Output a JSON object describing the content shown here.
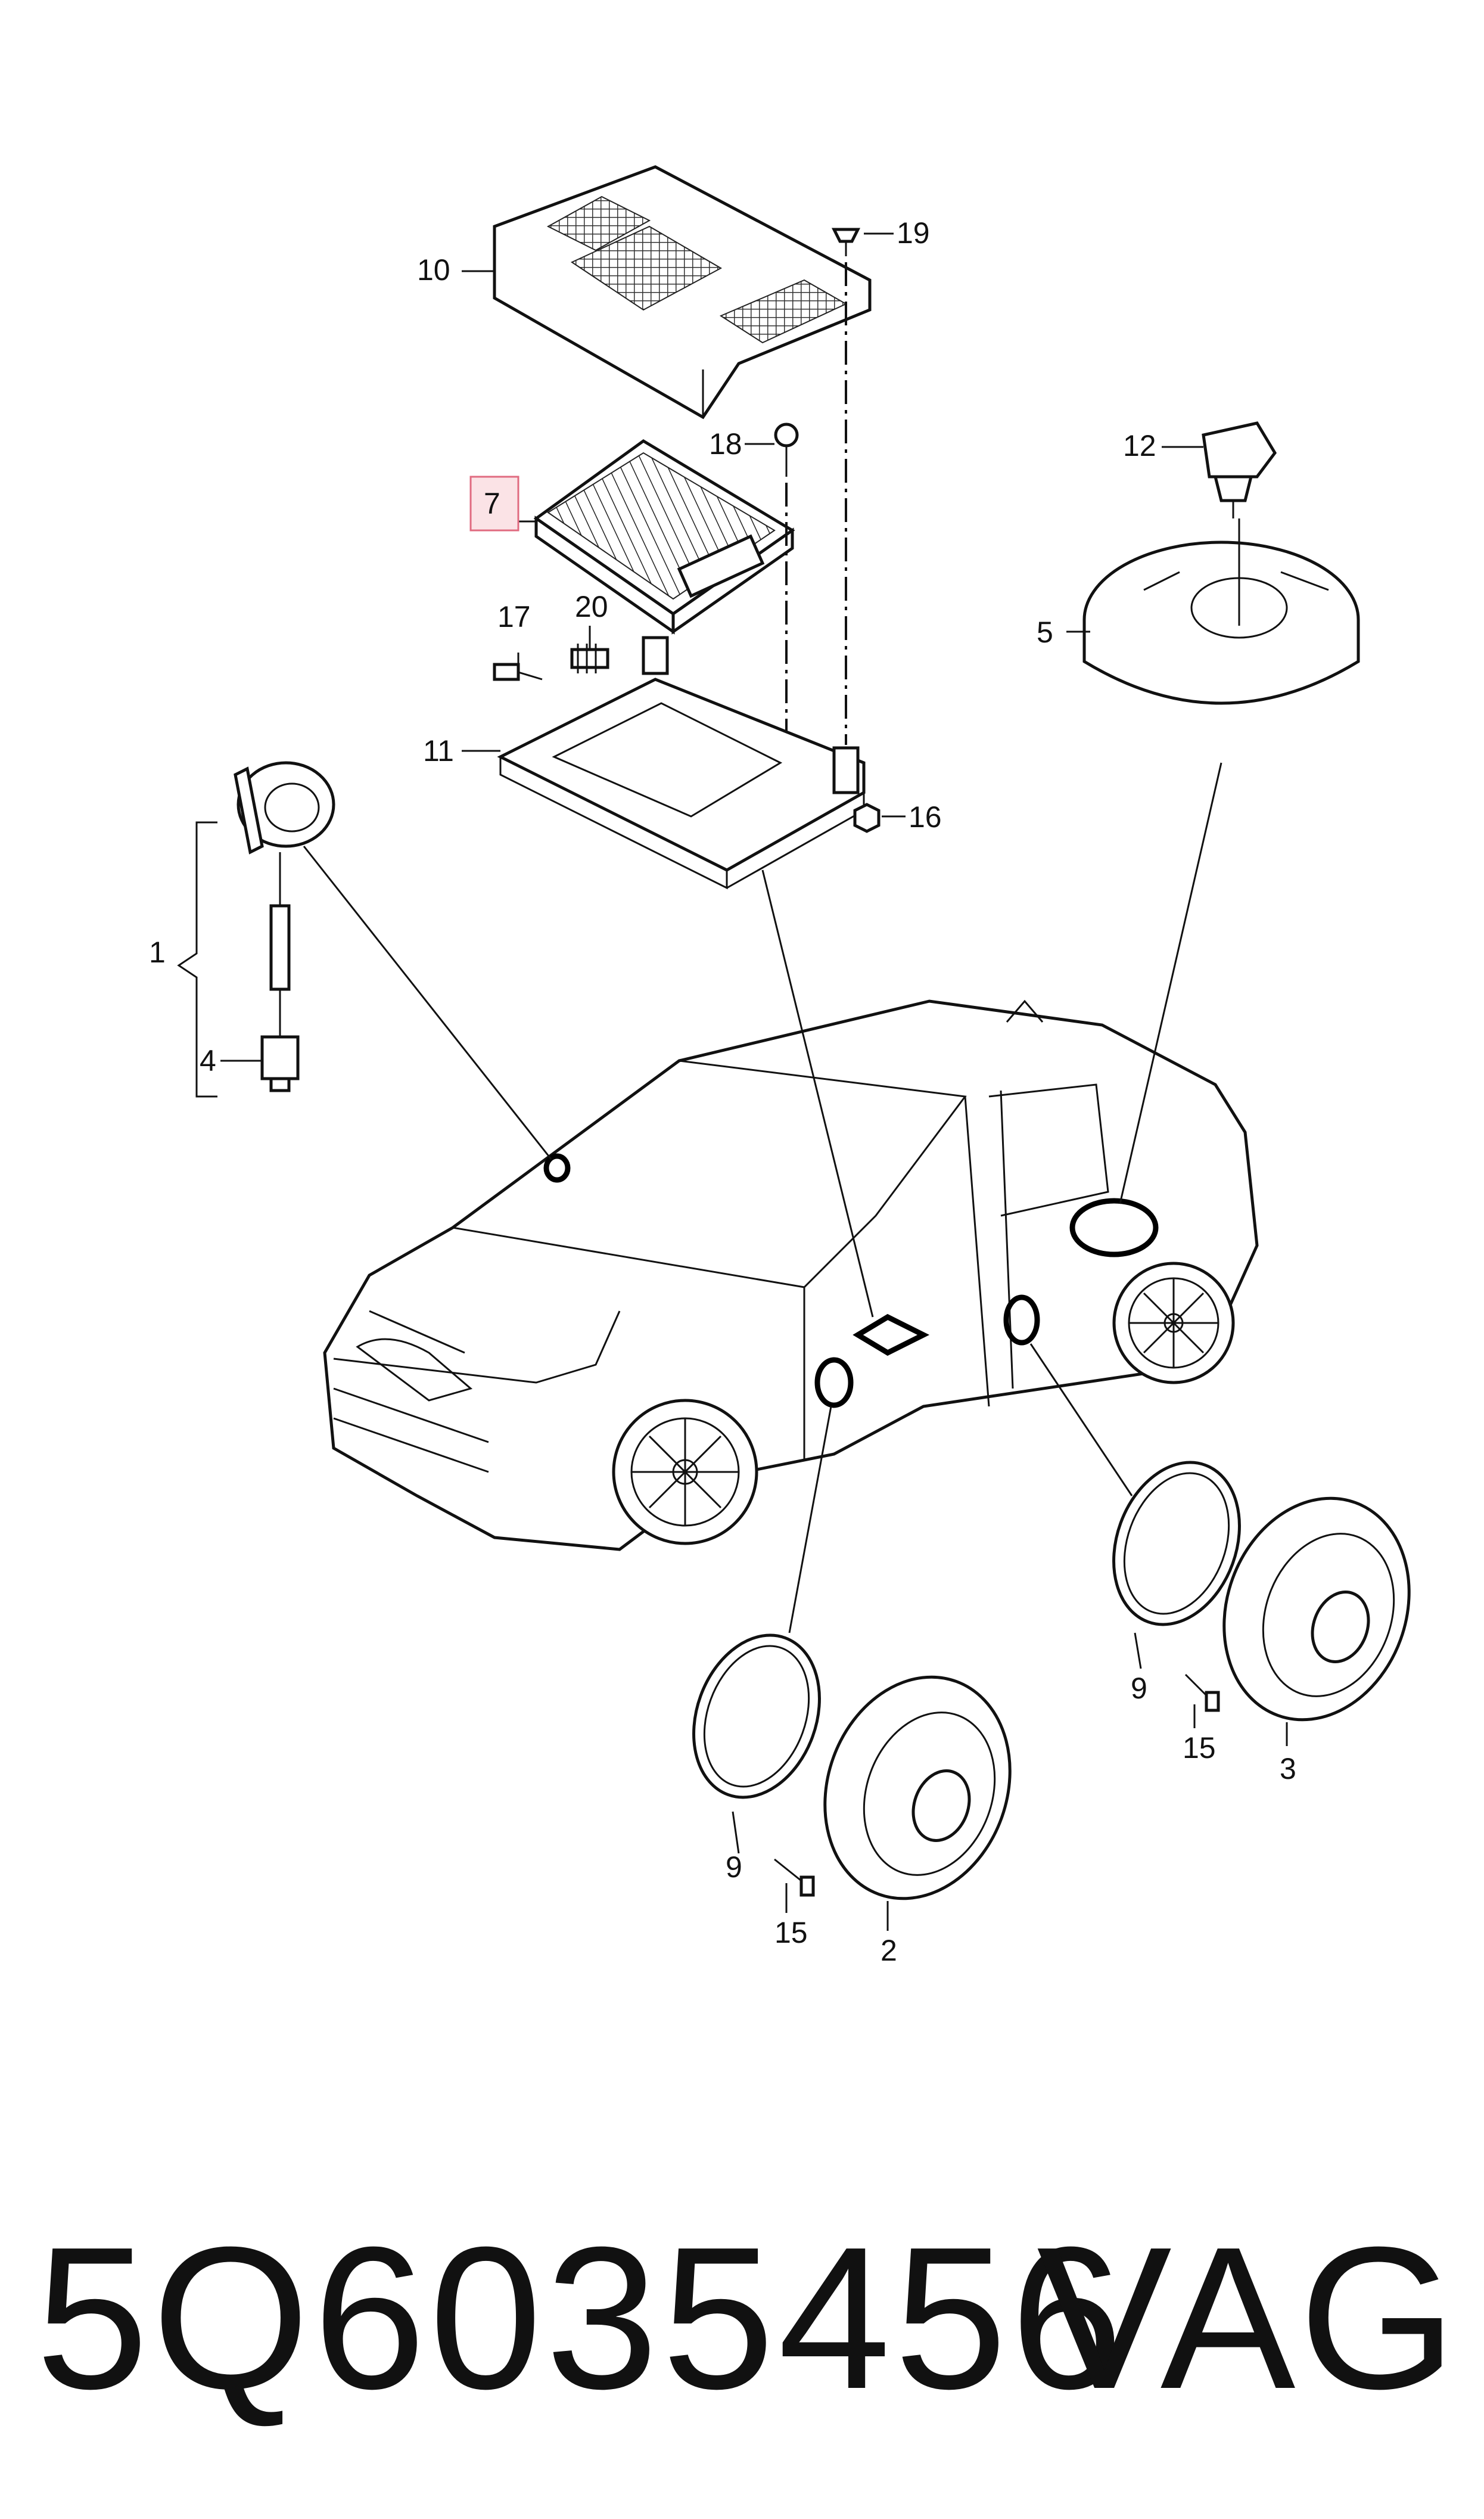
{
  "diagram": {
    "callouts": {
      "c1": "1",
      "c2": "2",
      "c3": "3",
      "c4": "4",
      "c5": "5",
      "c7": "7",
      "c9a": "9",
      "c9b": "9",
      "c10": "10",
      "c11": "11",
      "c12": "12",
      "c15a": "15",
      "c15b": "15",
      "c16": "16",
      "c17": "17",
      "c18": "18",
      "c19": "19",
      "c20": "20"
    },
    "highlighted_callout": "7"
  },
  "footer": {
    "part_number": "5Q6035456",
    "brand": "VAG"
  }
}
